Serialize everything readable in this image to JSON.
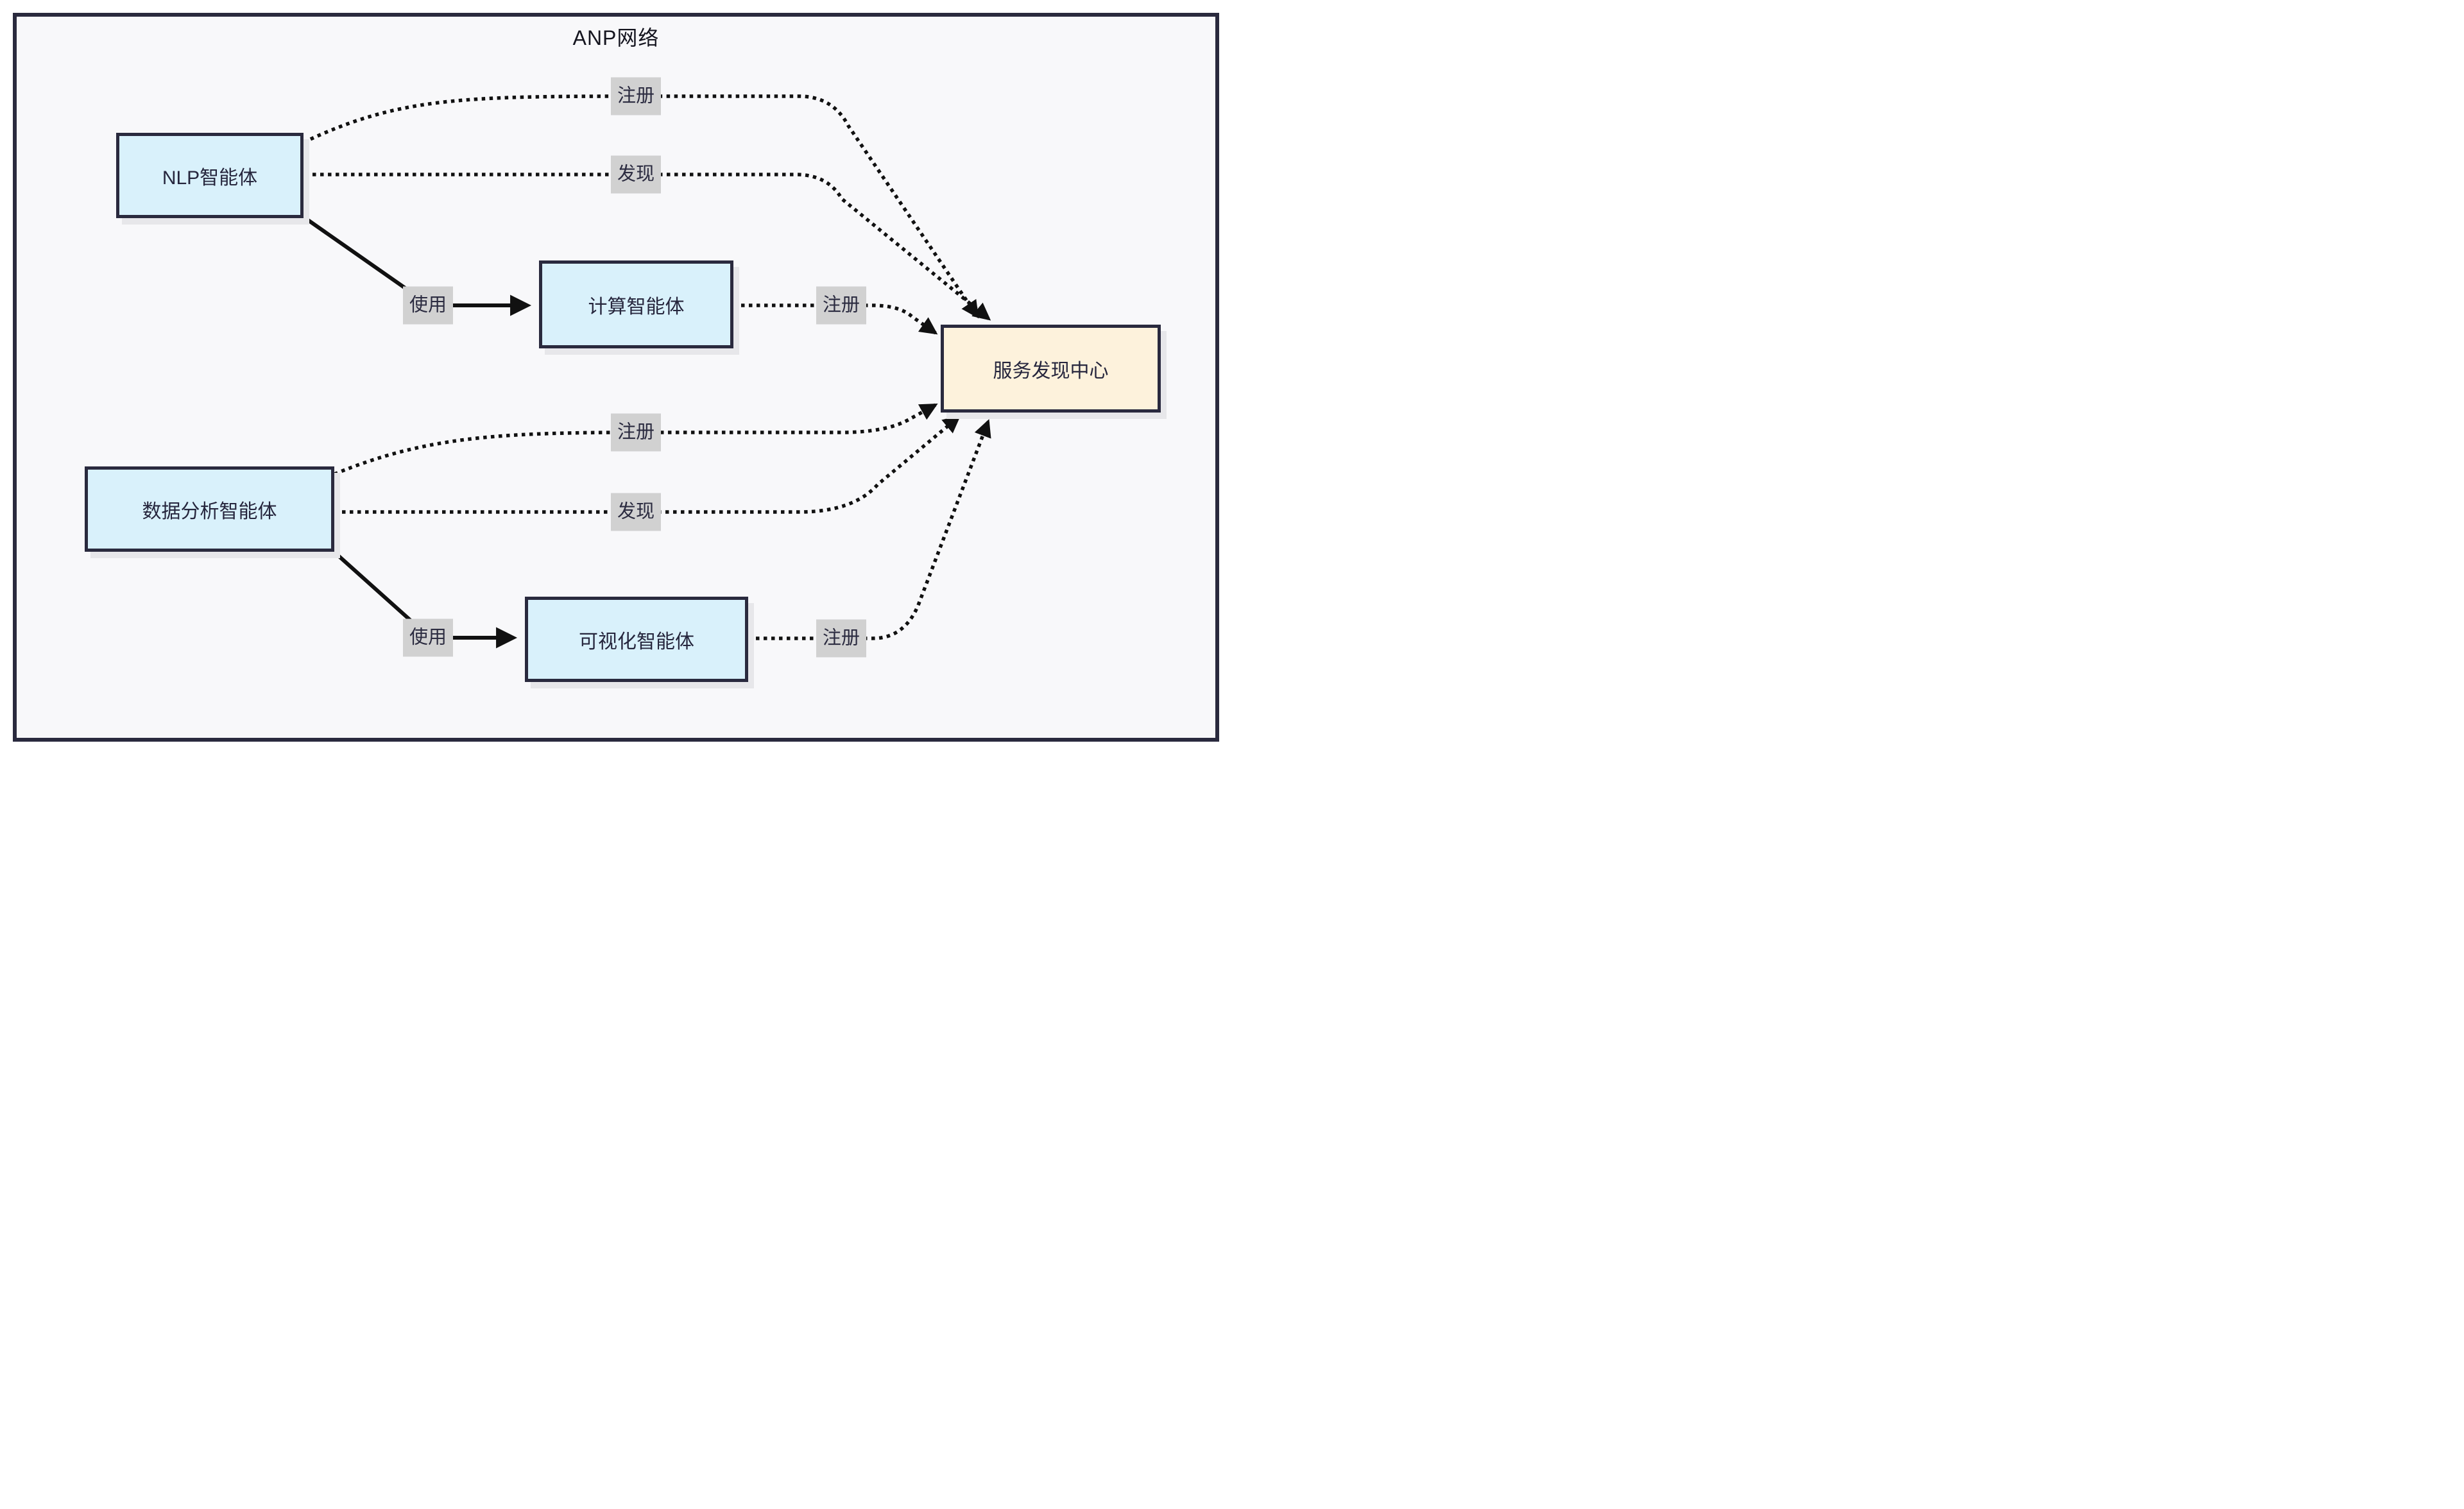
{
  "diagram": {
    "title": "ANP网络",
    "type": "flowchart",
    "nodes": [
      {
        "id": "nlp",
        "label": "NLP智能体",
        "kind": "agent"
      },
      {
        "id": "compute",
        "label": "计算智能体",
        "kind": "agent"
      },
      {
        "id": "service-center",
        "label": "服务发现中心",
        "kind": "registry"
      },
      {
        "id": "data-analysis",
        "label": "数据分析智能体",
        "kind": "agent"
      },
      {
        "id": "visualization",
        "label": "可视化智能体",
        "kind": "agent"
      }
    ],
    "edges": [
      {
        "from": "NLP智能体",
        "to": "服务发现中心",
        "label": "注册",
        "line": "dotted"
      },
      {
        "from": "NLP智能体",
        "to": "服务发现中心",
        "label": "发现",
        "line": "dotted"
      },
      {
        "from": "NLP智能体",
        "to": "计算智能体",
        "label": "使用",
        "line": "solid"
      },
      {
        "from": "计算智能体",
        "to": "服务发现中心",
        "label": "注册",
        "line": "dotted"
      },
      {
        "from": "数据分析智能体",
        "to": "服务发现中心",
        "label": "注册",
        "line": "dotted"
      },
      {
        "from": "数据分析智能体",
        "to": "服务发现中心",
        "label": "发现",
        "line": "dotted"
      },
      {
        "from": "数据分析智能体",
        "to": "可视化智能体",
        "label": "使用",
        "line": "solid"
      },
      {
        "from": "可视化智能体",
        "to": "服务发现中心",
        "label": "注册",
        "line": "dotted"
      }
    ],
    "colors": {
      "frame_border": "#2a2a3e",
      "canvas_bg": "#f8f8fa",
      "agent_fill": "#d9f1fb",
      "registry_fill": "#fdf2dc",
      "node_border": "#2a2a3e",
      "edge_line": "#111111",
      "edge_label_bg": "#d1d1d1",
      "text": "#2b2b40"
    }
  }
}
